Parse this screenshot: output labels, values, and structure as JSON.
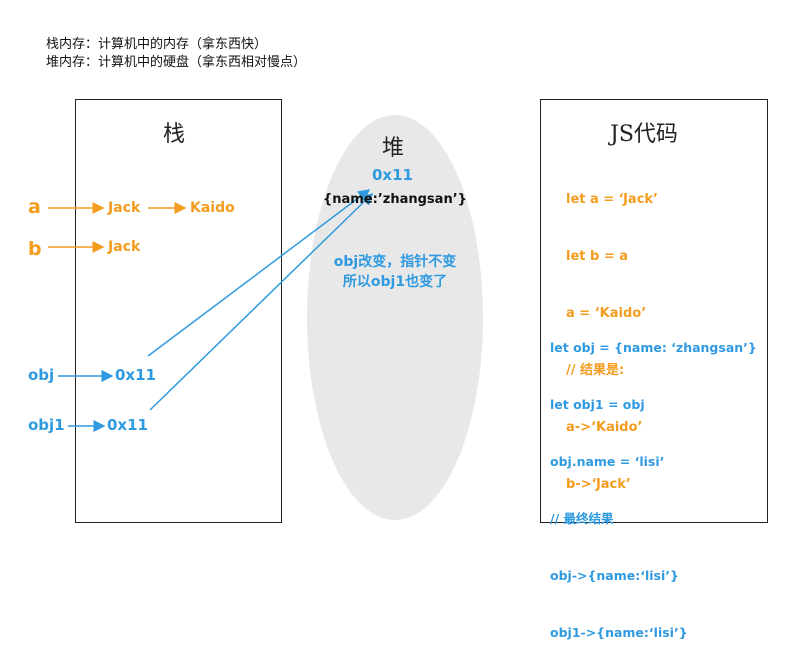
{
  "notes": {
    "line1": "栈内存：计算机中的内存（拿东西快）",
    "line2": "堆内存：计算机中的硬盘（拿东西相对慢点）"
  },
  "stack": {
    "title": "栈",
    "a_label": "a",
    "b_label": "b",
    "a_value_old": "Jack",
    "a_value_new": "Kaido",
    "b_value": "Jack",
    "obj_label": "obj",
    "obj1_label": "obj1",
    "obj_value": "0x11",
    "obj1_value": "0x11"
  },
  "heap": {
    "title": "堆",
    "address": "0x11",
    "object": "{name:’zhangsan’}",
    "note_line1": "obj改变，指针不变",
    "note_line2": "所以obj1也变了"
  },
  "code": {
    "title": "JS代码",
    "block1": [
      "let a = ‘Jack’",
      "let b = a",
      "a = ‘Kaido’",
      "// 结果是:",
      "a->‘Kaido’",
      "b->‘Jack’"
    ],
    "block2": [
      "let obj = {name: ‘zhangsan’}",
      "let obj1 = obj",
      "obj.name = ‘lisi’",
      "// 最终结果",
      "obj->{name:‘lisi’}",
      "obj1->{name:‘lisi’}"
    ]
  },
  "colors": {
    "orange": "#f39c1e",
    "blue": "#2f9ae0",
    "heap_fill": "#e8e8e8"
  }
}
